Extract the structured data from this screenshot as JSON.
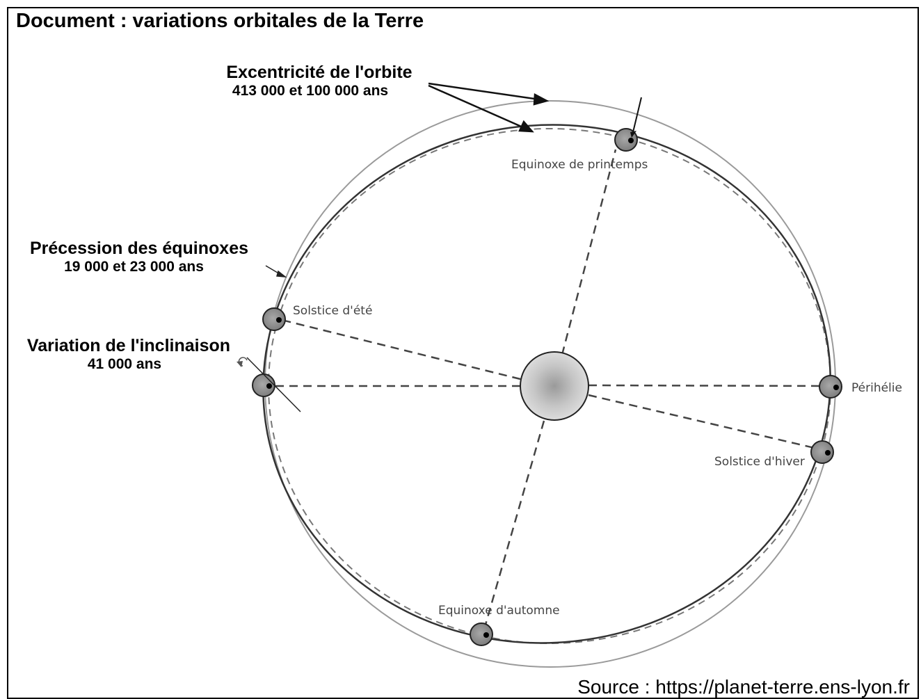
{
  "title": "Document : variations orbitales de la Terre",
  "labels": {
    "eccentricity": {
      "title": "Excentricité de l'orbite",
      "period": "413 000 et 100 000 ans"
    },
    "precession": {
      "title": "Précession des équinoxes",
      "period": "19 000 et 23 000 ans"
    },
    "inclination": {
      "title": "Variation de l'inclinaison",
      "period": "41 000 ans"
    }
  },
  "positions": {
    "spring_equinox": "Equinoxe de printemps",
    "summer_solstice": "Solstice d'été",
    "perihelion": "Périhélie",
    "winter_solstice": "Solstice d'hiver",
    "autumn_equinox": "Equinoxe d'automne"
  },
  "source": "Source : https://planet-terre.ens-lyon.fr",
  "colors": {
    "orbit": "#333333",
    "outer_orbit": "#9a9a9a",
    "earth": "#8f8f8f",
    "sun": "#c8c8c8"
  }
}
